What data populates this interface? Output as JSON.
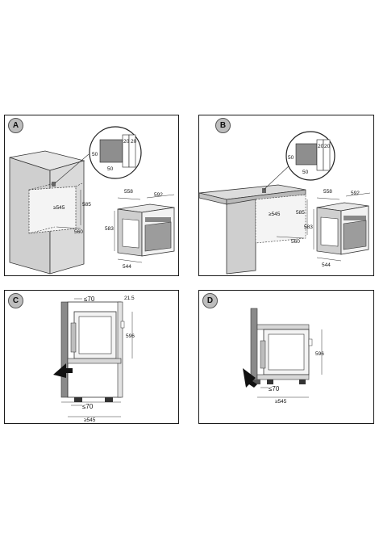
{
  "panels": {
    "a": {
      "label": "A",
      "detail": {
        "w": "50",
        "h": "50",
        "t1": "20",
        "t2": "20"
      },
      "dims": {
        "d558": "558",
        "d592": "592",
        "d585": "585",
        "d583": "583",
        "d545": "≥545",
        "d560": "560",
        "d544": "544"
      }
    },
    "b": {
      "label": "B",
      "detail": {
        "w": "50",
        "h": "50",
        "t1": "20",
        "t2": "20"
      },
      "dims": {
        "d558": "558",
        "d592": "592",
        "d585": "585",
        "d583": "583",
        "d545": "≥545",
        "d560": "560",
        "d544": "544"
      }
    },
    "c": {
      "label": "C",
      "dims": {
        "top": "≤70",
        "gap": "21.5",
        "h": "596",
        "bottom": "≤70",
        "depth": "≥545"
      }
    },
    "d": {
      "label": "D",
      "dims": {
        "h": "596",
        "bottom": "≤70",
        "depth": "≥545"
      }
    }
  }
}
